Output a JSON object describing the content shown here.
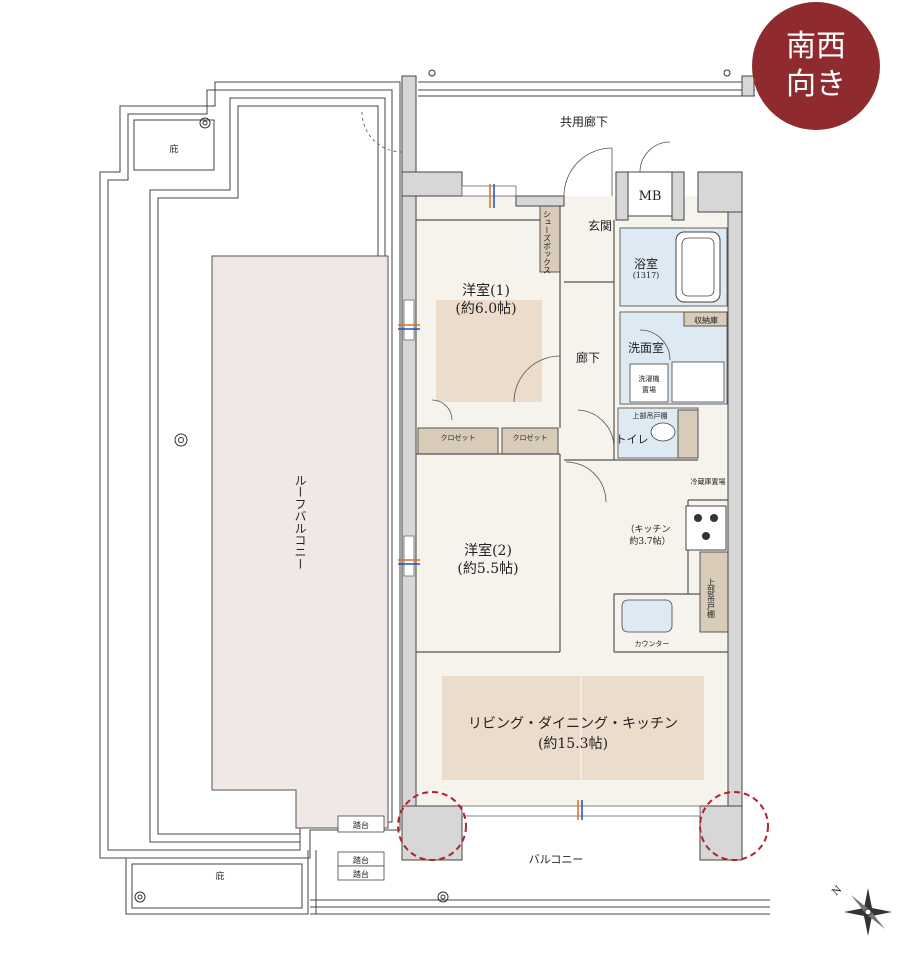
{
  "orientation": {
    "line1": "南西",
    "line2": "向き"
  },
  "compass": {
    "north": "N"
  },
  "colors": {
    "accent": "#8f2a2e",
    "room_floor": "#f6f2ec",
    "rug": "#ecdccb",
    "wet": "#dde9f3",
    "roof": "#f0e8e4",
    "wall": "#d7d7d7",
    "storage": "#d8cbb8",
    "marker": "#b3232a"
  },
  "labels": {
    "corridor": "共用廊下",
    "mb": "MB",
    "entrance": "玄関",
    "shoe_box": "シューズボックス",
    "bath": "浴室",
    "bath_size": "(1317)",
    "storage": "収納庫",
    "washroom": "洗面室",
    "washer": "洗濯機",
    "washer2": "置場",
    "hall": "廊下",
    "toilet": "トイレ",
    "upper_cabinet": "上部吊戸棚",
    "fridge": "冷蔵庫置場",
    "kitchen": "（キッチン",
    "kitchen_size": "約3.7帖）",
    "upper_cabinet_v": "上部吊戸棚",
    "counter": "カウンター",
    "room1": "洋室(1)",
    "room1_size": "(約6.0帖)",
    "closet1": "クロゼット",
    "closet2": "クロゼット",
    "room2": "洋室(2)",
    "room2_size": "(約5.5帖)",
    "ldk": "リビング・ダイニング・キッチン",
    "ldk_size": "(約15.3帖)",
    "roof_balcony": "ルーフバルコニー",
    "eave1": "庇",
    "eave2": "庇",
    "step1": "踏台",
    "step2": "踏台",
    "step3": "踏台",
    "balcony": "バルコニー"
  }
}
